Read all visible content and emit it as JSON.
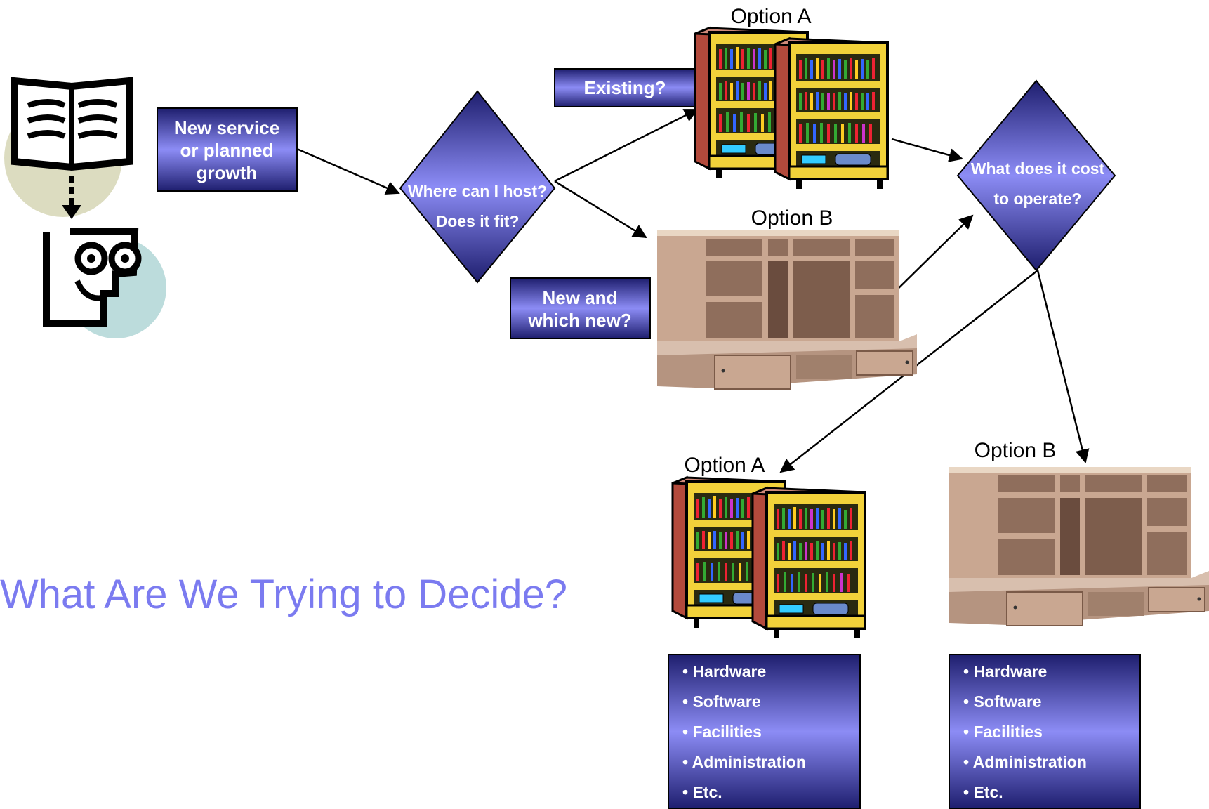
{
  "title": "What Are We Trying to Decide?",
  "colors": {
    "box_dark": "#1e1e6e",
    "box_light": "#8c8cf5",
    "title": "#7b7bf0",
    "arrow": "#000000",
    "cabinet_wood": "#c9a791",
    "bookcase_frame": "#f2d23a",
    "bookcase_side": "#b34a3c"
  },
  "boxes": {
    "new_service": [
      "New service",
      "or planned",
      "growth"
    ],
    "existing": "Existing?",
    "new_which": [
      "New and",
      "which new?"
    ]
  },
  "diamonds": {
    "host": [
      "Where can I host?",
      "Does it fit?"
    ],
    "cost": [
      "What does it cost",
      "to operate?"
    ]
  },
  "labels": {
    "top_option_a": "Option A",
    "top_option_b": "Option B",
    "bottom_option_a": "Option A",
    "bottom_option_b": "Option B"
  },
  "cost_lists": {
    "option_a": [
      "• Hardware",
      "• Software",
      "• Facilities",
      "• Administration",
      "• Etc."
    ],
    "option_b": [
      "• Hardware",
      "• Software",
      "• Facilities",
      "• Administration",
      "• Etc."
    ]
  },
  "icons": [
    "open-book-icon",
    "thinking-face-icon",
    "bookcase-icon",
    "cabinet-icon"
  ]
}
